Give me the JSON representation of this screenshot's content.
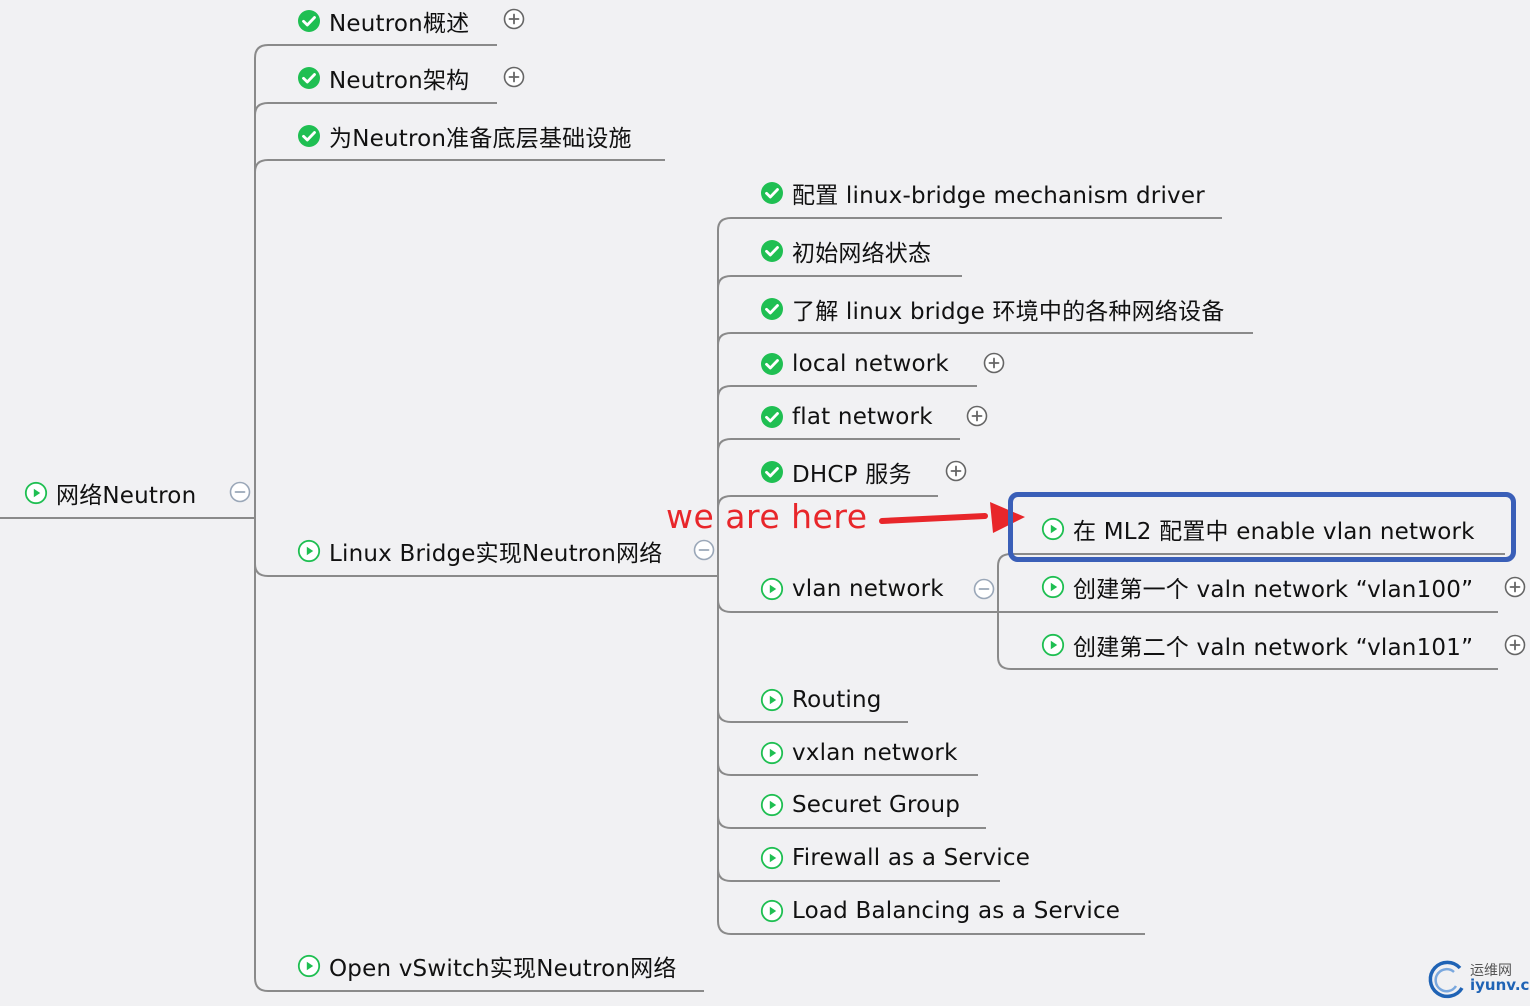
{
  "mindmap": {
    "root": {
      "label": "网络Neutron",
      "status": "play",
      "toggle": "collapse"
    },
    "level1": [
      {
        "label": "Neutron概述",
        "status": "done",
        "toggle": "expand"
      },
      {
        "label": "Neutron架构",
        "status": "done",
        "toggle": "expand"
      },
      {
        "label": "为Neutron准备底层基础设施",
        "status": "done",
        "toggle": ""
      },
      {
        "label": "Linux Bridge实现Neutron网络",
        "status": "play",
        "toggle": "collapse"
      },
      {
        "label": "Open vSwitch实现Neutron网络",
        "status": "play",
        "toggle": ""
      }
    ],
    "level2": [
      {
        "label": "配置 linux-bridge mechanism driver",
        "status": "done",
        "toggle": ""
      },
      {
        "label": "初始网络状态",
        "status": "done",
        "toggle": ""
      },
      {
        "label": "了解 linux bridge 环境中的各种网络设备",
        "status": "done",
        "toggle": ""
      },
      {
        "label": "local network",
        "status": "done",
        "toggle": "expand"
      },
      {
        "label": "flat network",
        "status": "done",
        "toggle": "expand"
      },
      {
        "label": "DHCP 服务",
        "status": "done",
        "toggle": "expand"
      },
      {
        "label": "vlan network",
        "status": "play",
        "toggle": "collapse"
      },
      {
        "label": "Routing",
        "status": "play",
        "toggle": ""
      },
      {
        "label": "vxlan network",
        "status": "play",
        "toggle": ""
      },
      {
        "label": "Securet Group",
        "status": "play",
        "toggle": ""
      },
      {
        "label": "Firewall as a Service",
        "status": "play",
        "toggle": ""
      },
      {
        "label": "Load Balancing as a Service",
        "status": "play",
        "toggle": ""
      }
    ],
    "level3": [
      {
        "label": "在 ML2 配置中 enable vlan network",
        "status": "play",
        "toggle": ""
      },
      {
        "label": "创建第一个 valn network “vlan100”",
        "status": "play",
        "toggle": "expand"
      },
      {
        "label": "创建第二个 valn network “vlan101”",
        "status": "play",
        "toggle": "expand"
      }
    ]
  },
  "annotation": {
    "text": "we are here",
    "color": "#e8262a"
  },
  "highlight": {
    "color": "#3a5fb8"
  },
  "watermark": {
    "cn": "运维网",
    "url": "iyunv.com"
  },
  "colors": {
    "done": "#1fbf52",
    "play": "#1fbf52",
    "line": "#8a8a8a",
    "toggle": "#666666"
  },
  "icons": {
    "done": "check-circle-icon",
    "play": "play-circle-icon",
    "expand": "plus-circle-icon",
    "collapse": "minus-circle-icon"
  }
}
